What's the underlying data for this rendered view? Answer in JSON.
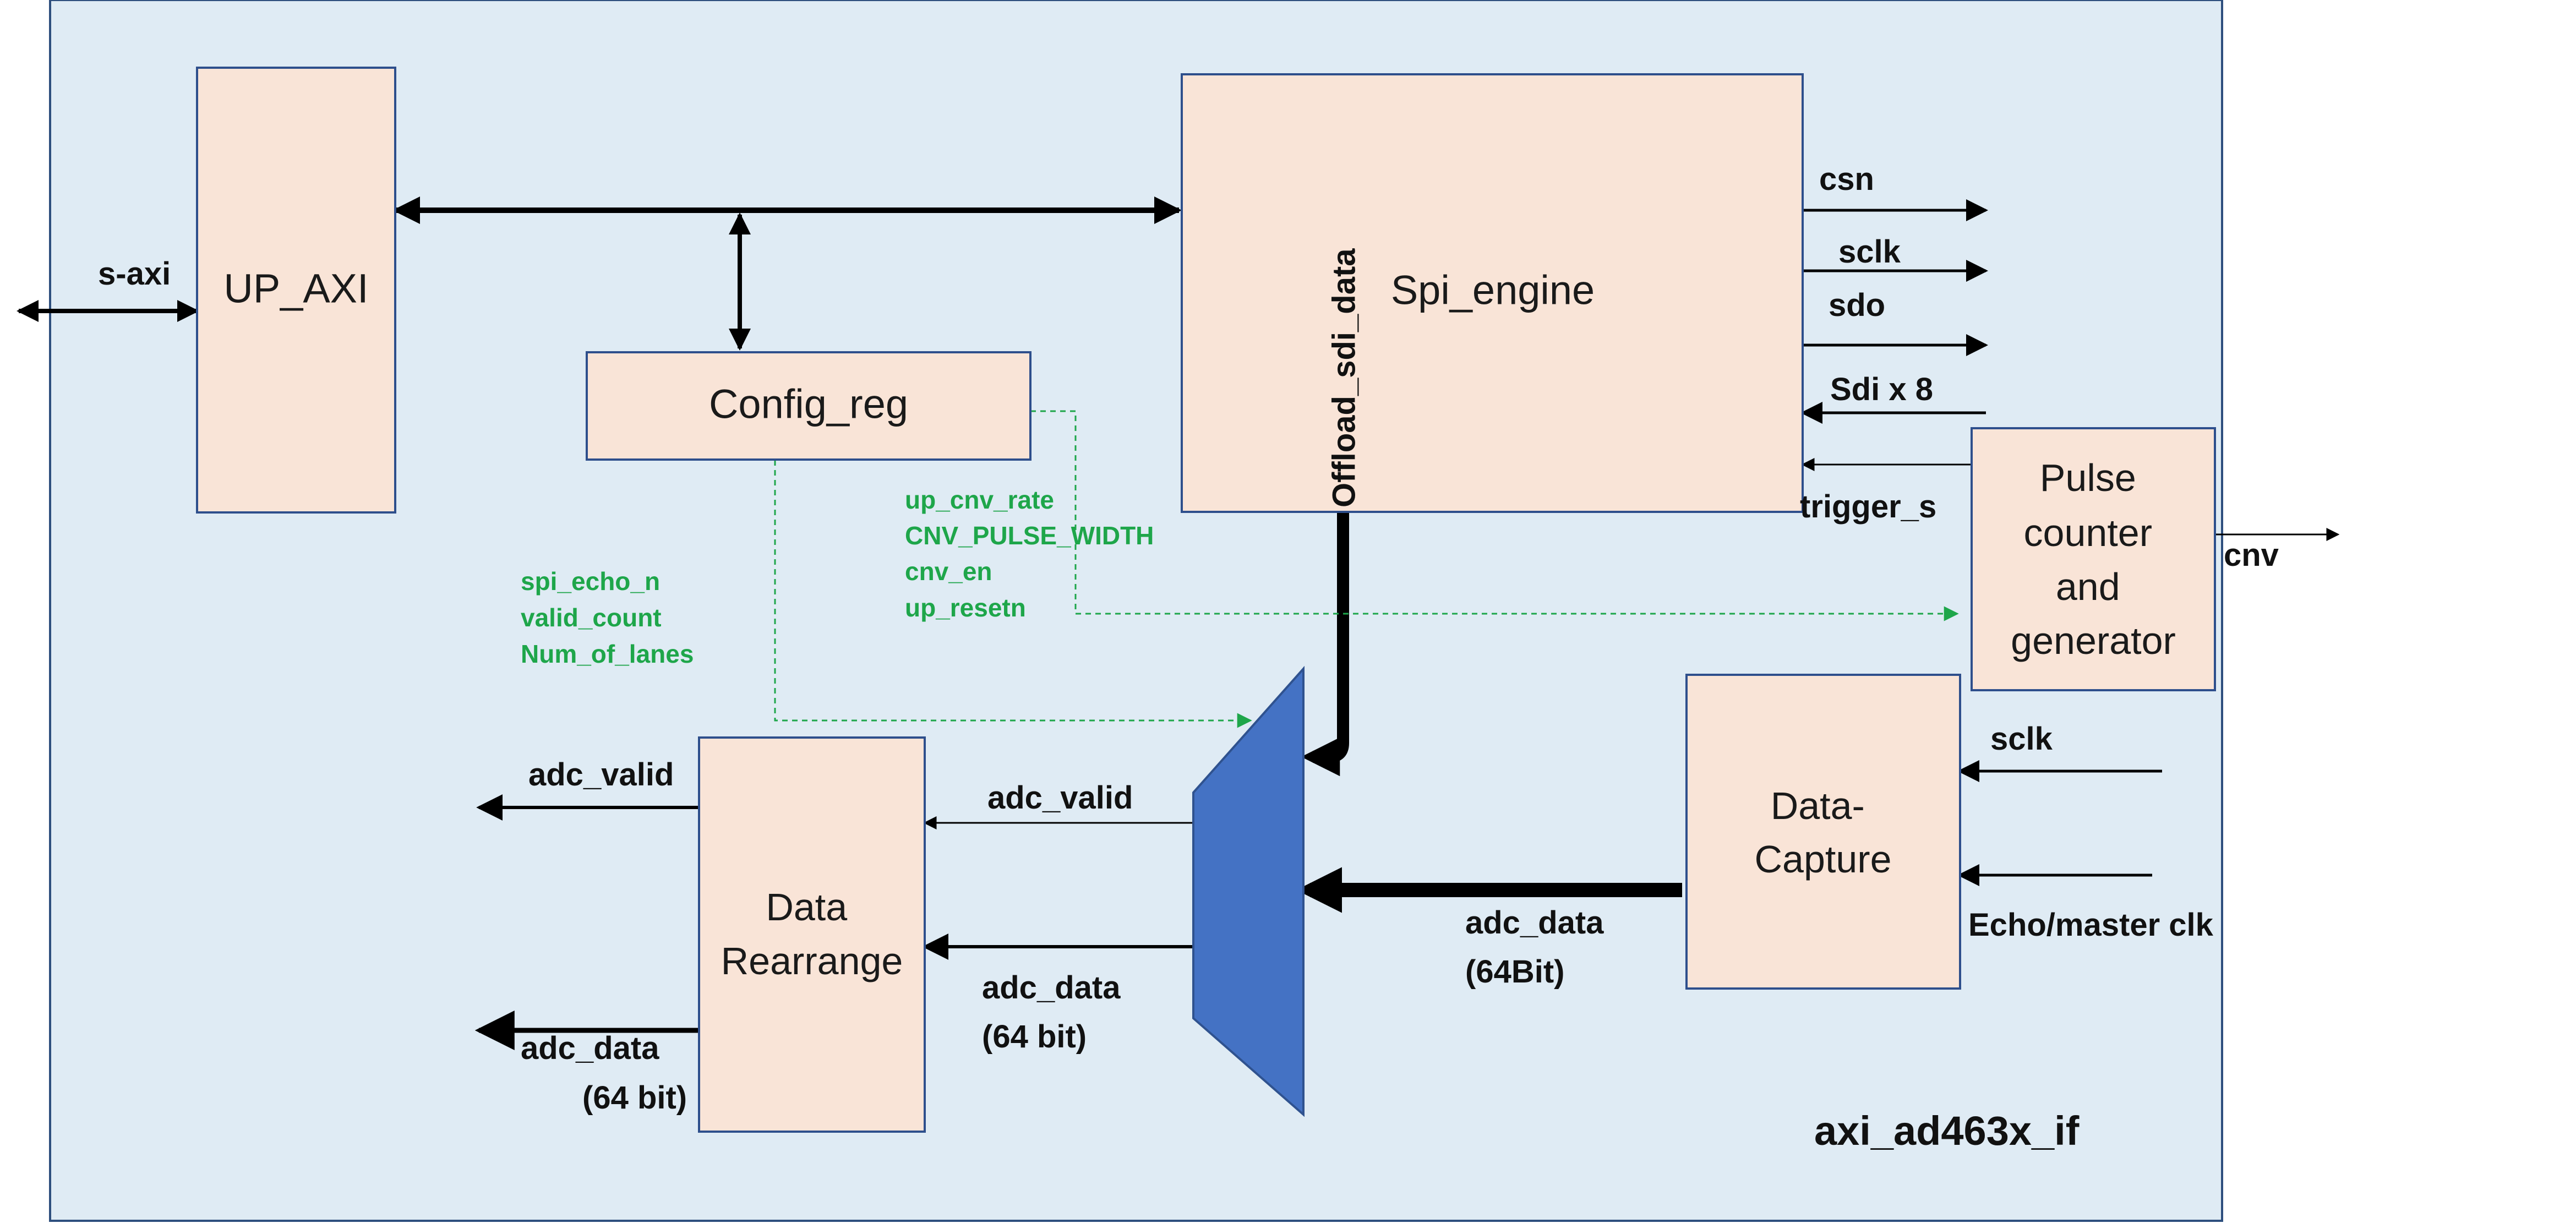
{
  "diagram": {
    "title": "axi_ad463x_if",
    "colors": {
      "container_fill": "#dfebf4",
      "container_stroke": "#2e4f7e",
      "block_fill": "#f9e4d7",
      "block_stroke": "#2e4f8c",
      "mux_fill": "#4472c4",
      "mux_stroke": "#2f528f",
      "config_signal": "#1ea64a",
      "wire": "#000000"
    },
    "blocks": {
      "up_axi": "UP_AXI",
      "spi_engine": "Spi_engine",
      "config_reg": "Config_reg",
      "pulse_counter": [
        "Pulse",
        "counter",
        "and",
        "generator"
      ],
      "data_capture": [
        "Data-",
        "Capture"
      ],
      "data_rearrange": [
        "Data",
        "Rearrange"
      ]
    },
    "signals": {
      "s_axi": "s-axi",
      "csn": "csn",
      "sclk_out": "sclk",
      "sdo": "sdo",
      "sdi": "Sdi x 8",
      "trigger": "trigger_s",
      "cnv": "cnv",
      "offload": "Offload_sdi_data",
      "sclk_in": "sclk",
      "echo_clk": "Echo/master clk",
      "adc_data_capture": [
        "adc_data",
        "(64Bit)"
      ],
      "adc_valid_mux": "adc_valid",
      "adc_data_mux": [
        "adc_data",
        "(64 bit)"
      ],
      "adc_valid_out": "adc_valid",
      "adc_data_out": [
        "adc_data",
        "(64 bit)"
      ]
    },
    "config_signals": {
      "to_pulse": [
        "up_cnv_rate",
        "CNV_PULSE_WIDTH",
        "cnv_en",
        "up_resetn"
      ],
      "to_mux": [
        "spi_echo_n",
        "valid_count",
        "Num_of_lanes"
      ]
    }
  }
}
